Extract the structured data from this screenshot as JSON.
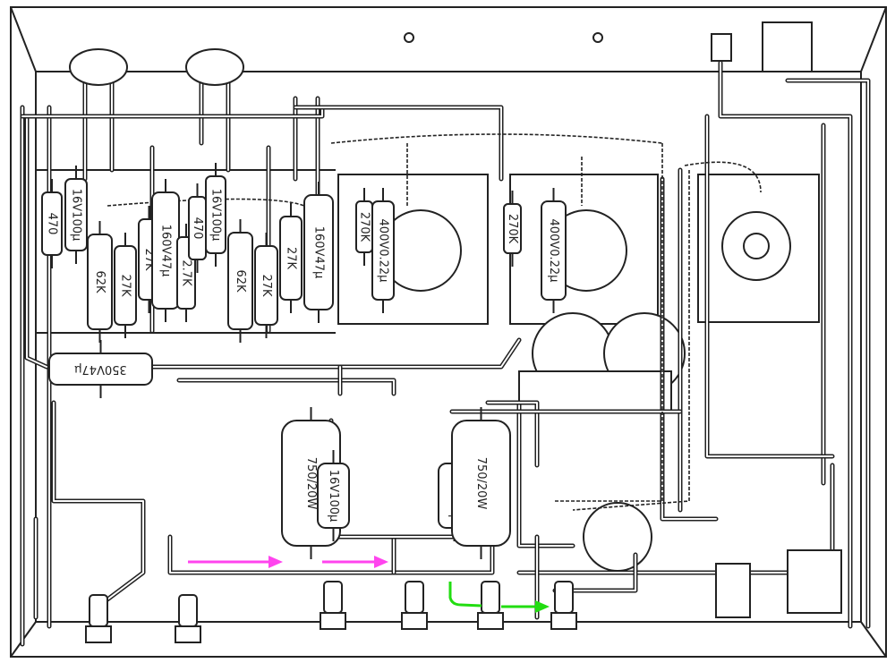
{
  "diagram": {
    "components": [
      {
        "id": "r1",
        "label": "470"
      },
      {
        "id": "c1",
        "label": "16V100μ"
      },
      {
        "id": "r2",
        "label": "62K"
      },
      {
        "id": "r3",
        "label": "27K"
      },
      {
        "id": "r4",
        "label": "27K"
      },
      {
        "id": "c2",
        "label": "160V47μ"
      },
      {
        "id": "r5",
        "label": "2.7K"
      },
      {
        "id": "r6",
        "label": "470"
      },
      {
        "id": "c3",
        "label": "16V100μ"
      },
      {
        "id": "r7",
        "label": "62K"
      },
      {
        "id": "r8",
        "label": "27K"
      },
      {
        "id": "r9",
        "label": "27K"
      },
      {
        "id": "c4",
        "label": "160V47μ"
      },
      {
        "id": "c5",
        "label": "350V47μ"
      },
      {
        "id": "r10",
        "label": "270K"
      },
      {
        "id": "c6",
        "label": "400V0.22μ"
      },
      {
        "id": "r11",
        "label": "270K"
      },
      {
        "id": "c7",
        "label": "400V0.22μ"
      },
      {
        "id": "r12",
        "label": "750/20W"
      },
      {
        "id": "c8",
        "label": "16V100μ"
      },
      {
        "id": "c9",
        "label": "16V100μ"
      },
      {
        "id": "r13",
        "label": "750/20W"
      }
    ],
    "colors": {
      "line": "#222222",
      "highlight_pink": "#ff44ee",
      "highlight_green": "#22dd11"
    }
  }
}
